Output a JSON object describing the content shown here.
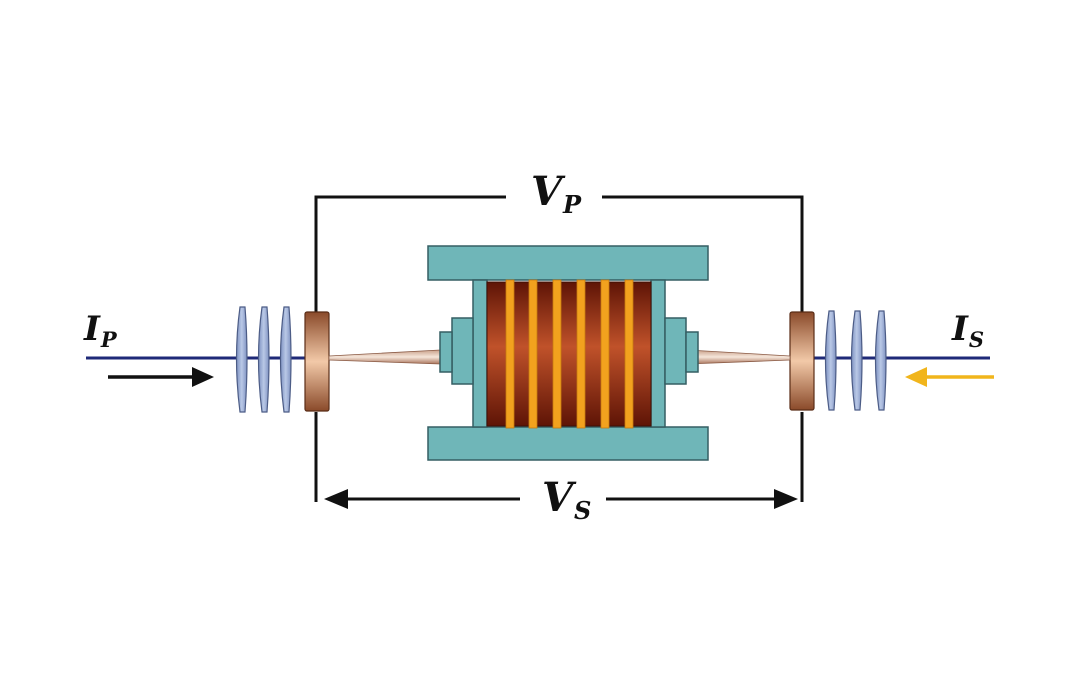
{
  "labels": {
    "vp": {
      "main": "V",
      "sub": "P"
    },
    "vs": {
      "main": "V",
      "sub": "S"
    },
    "ip": {
      "main": "I",
      "sub": "P"
    },
    "is": {
      "main": "I",
      "sub": "S"
    }
  },
  "colors": {
    "wire": "#1f2a78",
    "frame": "#111111",
    "arrow_primary": "#111111",
    "arrow_secondary": "#f1b51c",
    "core": "#6fb6b8",
    "core_stroke": "#355e63",
    "coil_body": "#8a2a12",
    "winding": "#f2a21e",
    "insulator": "#9aaed6",
    "terminal": "#b8714a"
  }
}
